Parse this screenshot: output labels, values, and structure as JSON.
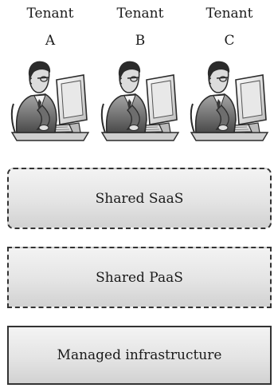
{
  "tenants": [
    {
      "line1": "Tenant",
      "line2": "A",
      "icon": "user-at-computer-icon"
    },
    {
      "line1": "Tenant",
      "line2": "B",
      "icon": "user-at-computer-icon"
    },
    {
      "line1": "Tenant",
      "line2": "C",
      "icon": "user-at-computer-icon"
    }
  ],
  "layers": {
    "saas": "Shared SaaS",
    "paas": "Shared PaaS",
    "infra": "Managed infrastructure"
  },
  "colors": {
    "border": "#333333",
    "fill_top": "#f3f3f3",
    "fill_bottom": "#d2d2d2",
    "figure_dark": "#2b2b2b",
    "figure_mid": "#8c8c8c",
    "figure_light": "#d9d9d9"
  }
}
